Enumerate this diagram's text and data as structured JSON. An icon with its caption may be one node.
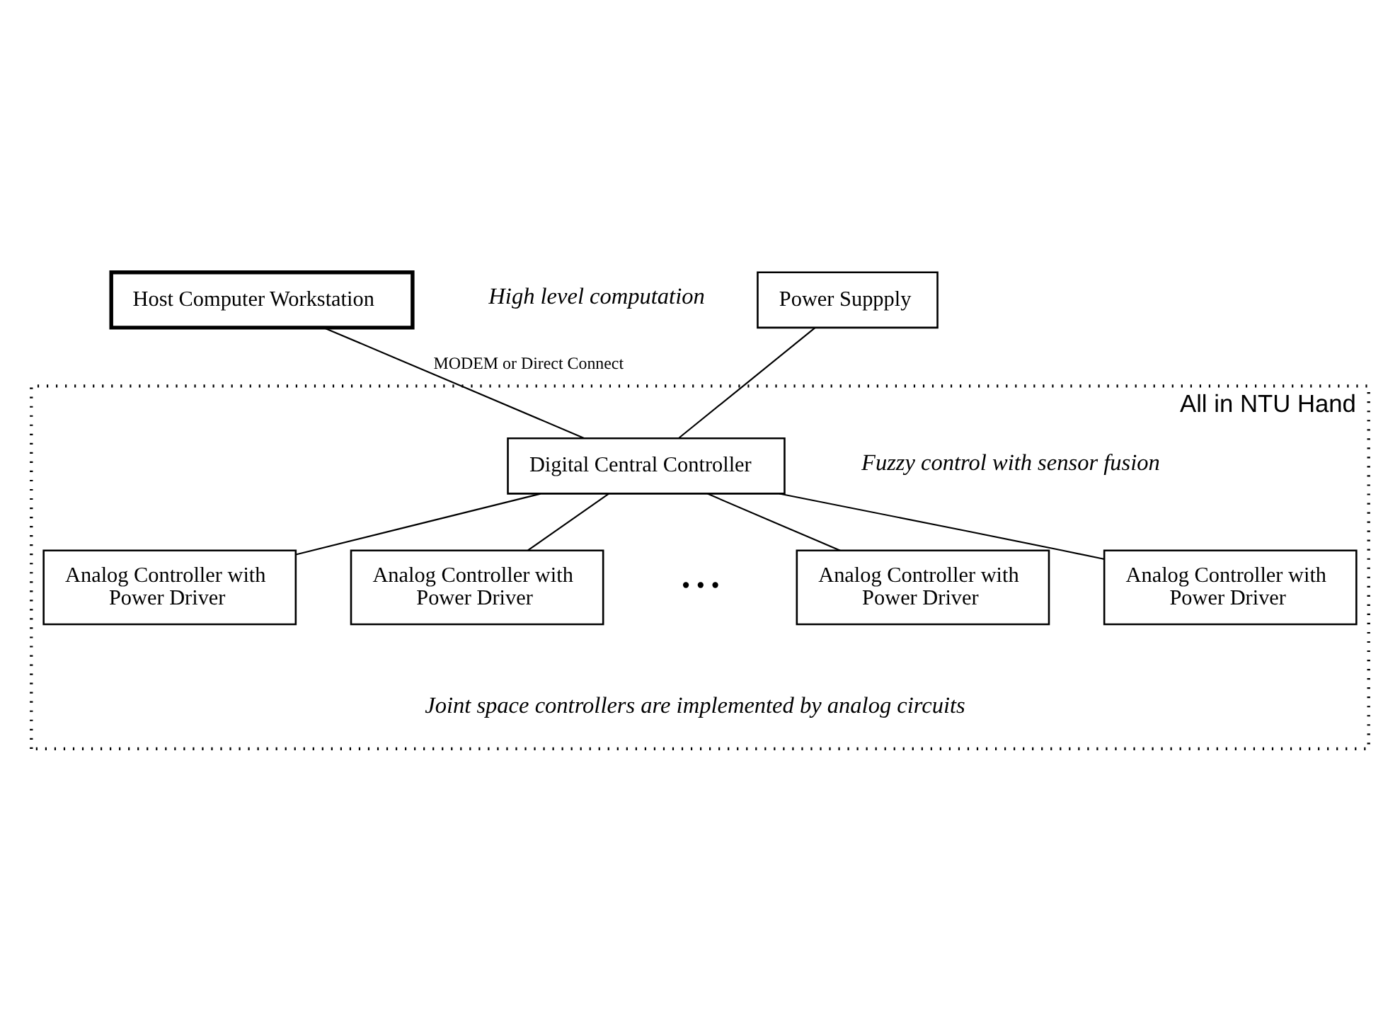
{
  "diagram": {
    "nodes": [
      {
        "text": [
          "Host Computer Workstation"
        ],
        "beside": [
          "High level computation"
        ]
      },
      {
        "text": [
          "Power Suppply"
        ]
      },
      {
        "text": [
          "All in NTU Hand"
        ]
      },
      {
        "text": [
          "Digital Central Controller"
        ],
        "in": 2,
        "beside": [
          "Fuzzy control with sensor fusion"
        ]
      },
      {
        "text": [
          "Analog Controller with Power Driver"
        ],
        "in": 2
      },
      {
        "text": [
          "Analog Controller with Power Driver"
        ],
        "in": 2
      },
      {
        "text": [
          "Analog Controller with Power Driver"
        ],
        "in": 2
      },
      {
        "text": [
          "Analog Controller with Power Driver"
        ],
        "in": 2
      }
    ],
    "edges": [
      {
        "from": 0,
        "to": 3,
        "arrow": "none",
        "label": "MODEM or Direct Connect"
      },
      {
        "from": 1,
        "to": 3,
        "arrow": "none"
      },
      {
        "from": 3,
        "to": 4,
        "arrow": "none"
      },
      {
        "from": 3,
        "to": 5,
        "arrow": "none"
      },
      {
        "from": 3,
        "to": 6,
        "arrow": "none"
      },
      {
        "from": 3,
        "to": 7,
        "arrow": "none"
      }
    ],
    "labels": [
      "• • •",
      "Joint space controllers are implemented by analog circuits"
    ]
  }
}
